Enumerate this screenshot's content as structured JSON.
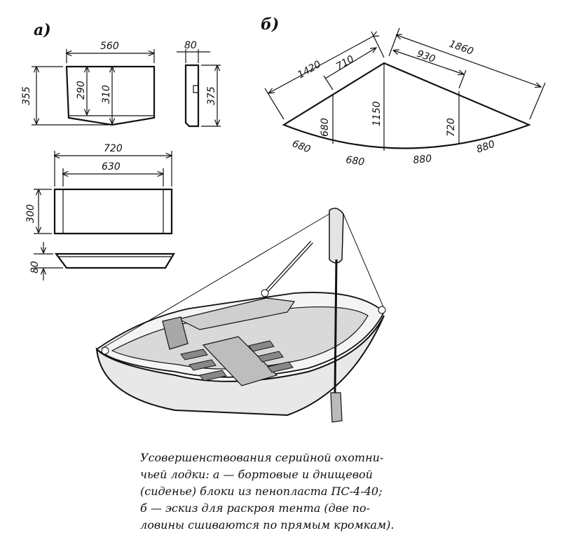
{
  "panel_labels": {
    "a": "а)",
    "b": "б)"
  },
  "block_side": {
    "width": "560",
    "height_outer": "355",
    "h1": "290",
    "h2": "310"
  },
  "block_side_profile": {
    "thickness": "80",
    "height": "375"
  },
  "block_bottom": {
    "width_outer": "720",
    "width_inner": "630",
    "height": "300"
  },
  "block_bottom_profile": {
    "thickness": "80"
  },
  "tent": {
    "left_edge": "1420",
    "left_partial": "710",
    "left_mid": "680",
    "center": "1150",
    "right_edge": "1860",
    "right_partial": "930",
    "right_mid": "720",
    "arc_680_a": "680",
    "arc_680_b": "680",
    "arc_880_a": "880",
    "arc_880_b": "880"
  },
  "caption": {
    "line1": "Усовершенствования серийной охотни-",
    "line2": "чьей лодки: а — бортовые и днищевой",
    "line3": "(сиденье) блоки из пенопласта ПС-4-40;",
    "line4": "б — эскиз для раскроя тента (две по-",
    "line5": "ловины сшиваются по прямым кромкам)."
  }
}
